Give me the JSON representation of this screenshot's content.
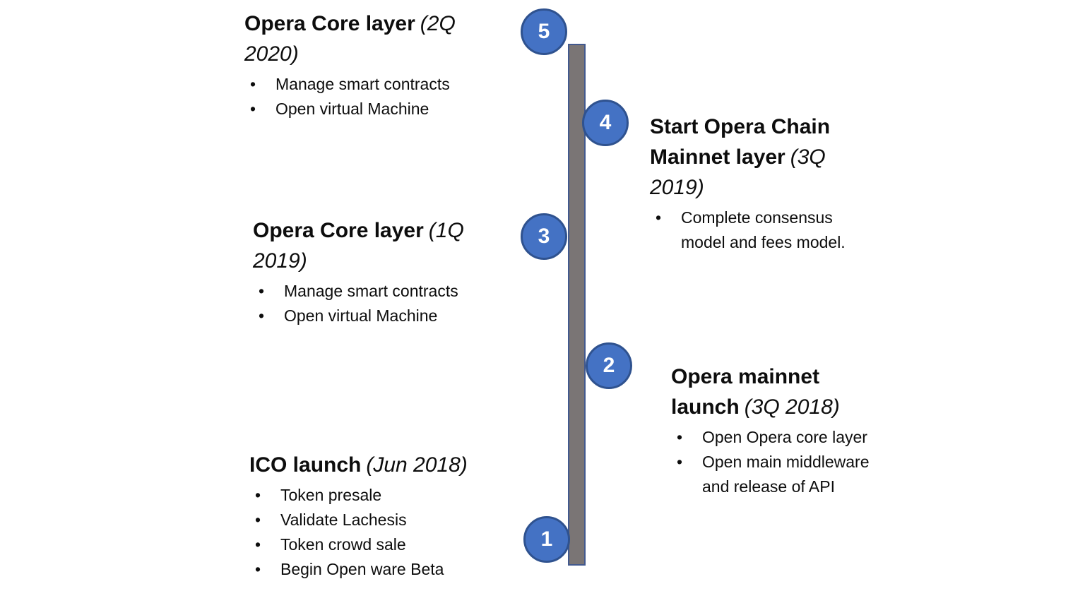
{
  "colors": {
    "node_fill": "#4472C4",
    "node_border": "#2F528F",
    "node_text": "#FFFFFF",
    "bar_fill": "#7A7575",
    "bar_border": "#42598E",
    "text": "#0D0D0D",
    "background": "#FFFFFF"
  },
  "timeline": {
    "milestones": [
      {
        "number": "1",
        "title": "ICO launch",
        "date": "(Jun 2018)",
        "bullets": [
          "Token presale",
          "Validate Lachesis",
          "Token crowd sale",
          "Begin Open ware Beta"
        ]
      },
      {
        "number": "2",
        "title": "Opera mainnet launch",
        "date": "(3Q 2018)",
        "bullets": [
          "Open Opera core layer",
          "Open main middleware and release of API"
        ]
      },
      {
        "number": "3",
        "title": "Opera Core layer",
        "date": "(1Q 2019)",
        "bullets": [
          "Manage smart contracts",
          "Open virtual Machine"
        ]
      },
      {
        "number": "4",
        "title": "Start Opera Chain Mainnet layer",
        "date": "(3Q 2019)",
        "bullets": [
          "Complete consensus model and fees model."
        ]
      },
      {
        "number": "5",
        "title": "Opera Core layer",
        "date": "(2Q 2020)",
        "bullets": [
          "Manage smart contracts",
          "Open virtual Machine"
        ]
      }
    ]
  }
}
